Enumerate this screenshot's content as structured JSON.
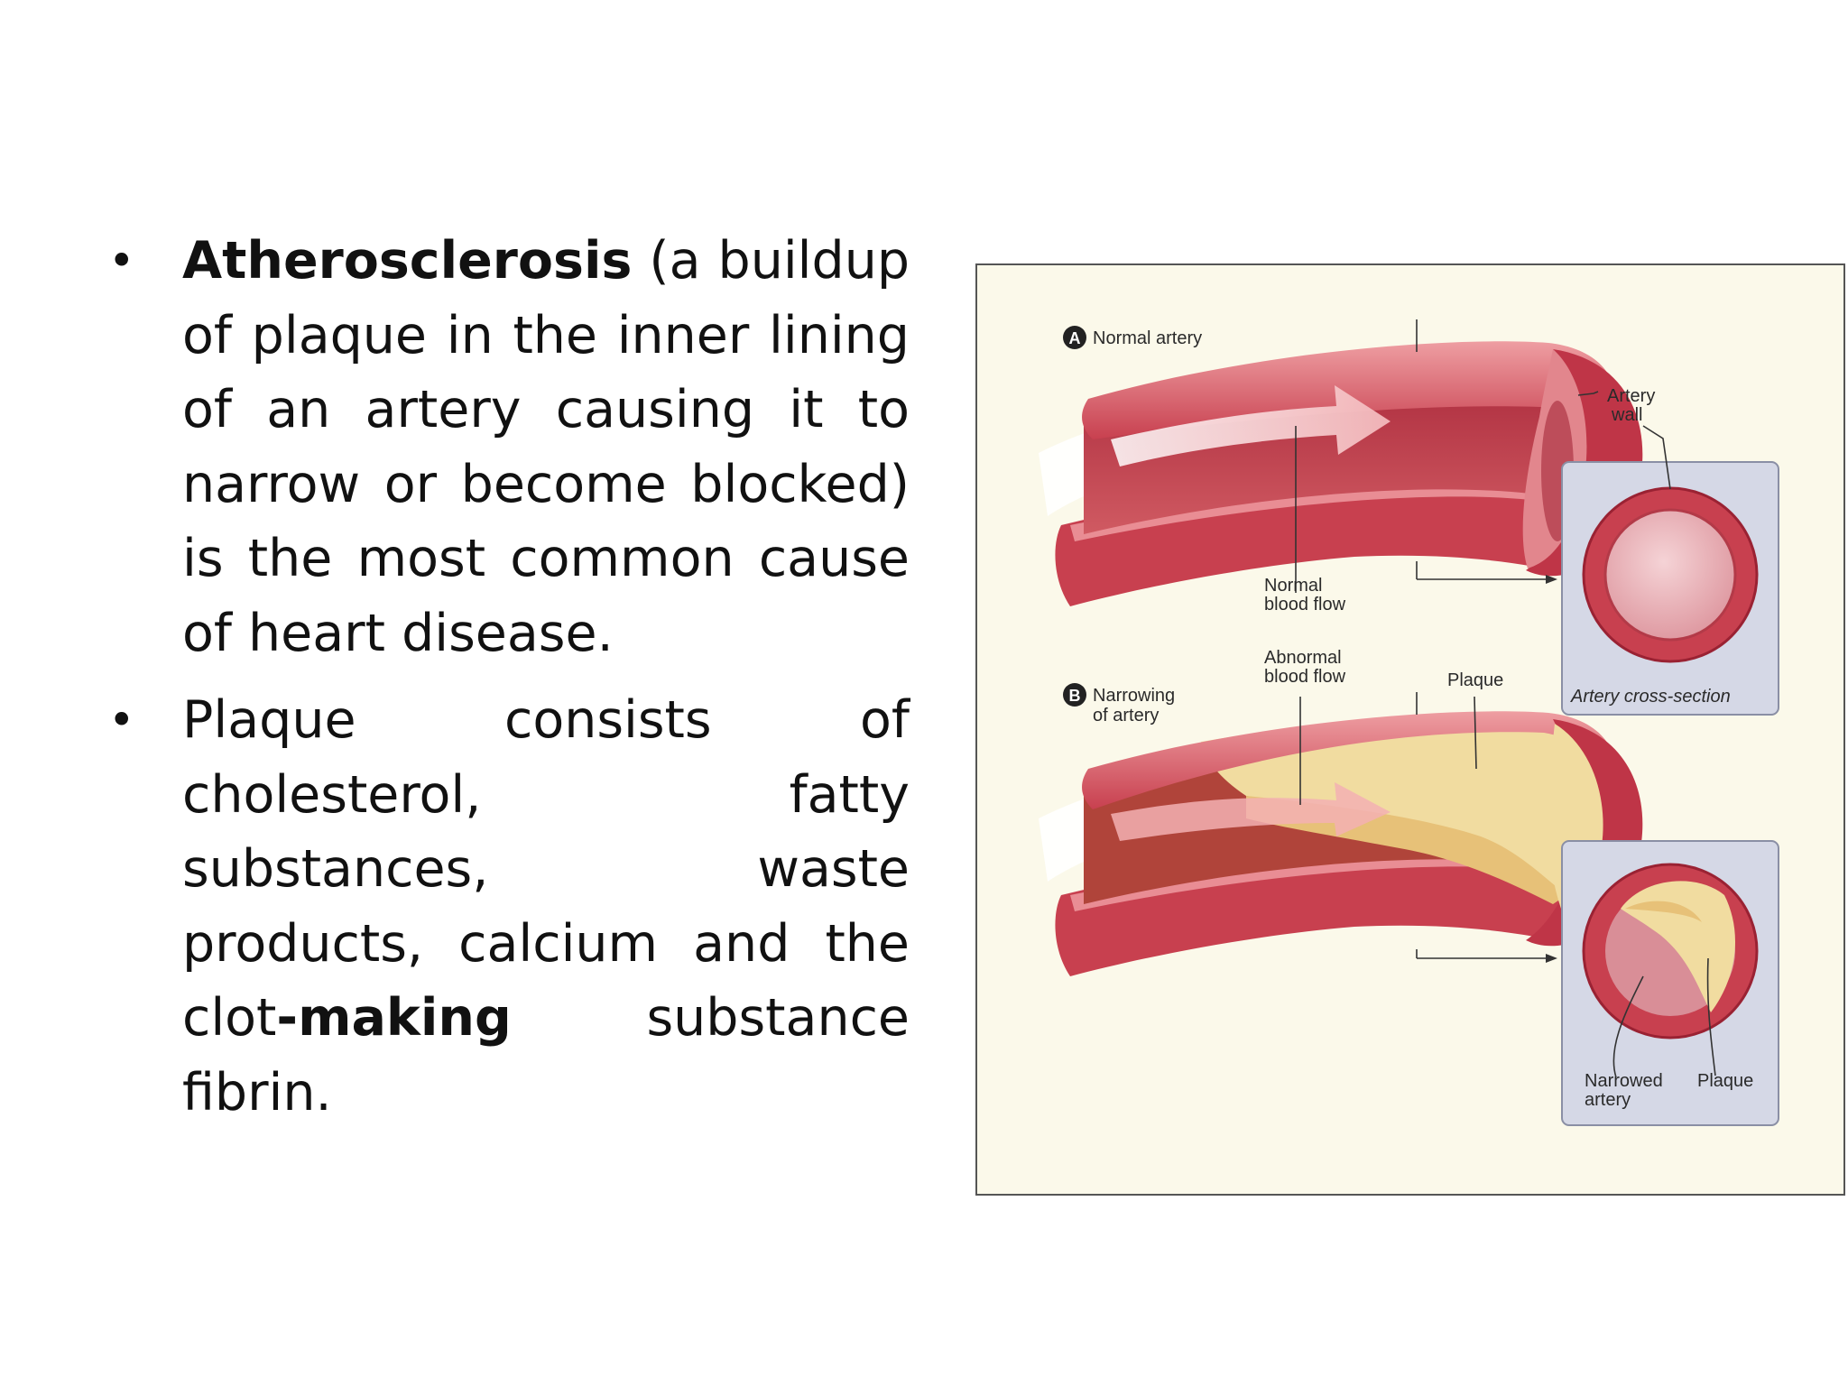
{
  "bullets": [
    {
      "bold_term": "Atherosclerosis",
      "rest": " (a buildup of plaque in the inner lining of an artery causing it to narrow or become blocked) is the most common cause of heart disease."
    },
    {
      "text_before": "Plaque consists of cholesterol, fatty substances, waste products, calcium and the clot",
      "bold_term": "-making",
      "text_after": " substance fibrin."
    }
  ],
  "figure": {
    "label_a_letter": "A",
    "label_a_text": "Normal artery",
    "label_b_letter": "B",
    "label_b_line1": "Narrowing",
    "label_b_line2": "of artery",
    "artery_wall_line1": "Artery",
    "artery_wall_line2": "wall",
    "normal_flow_line1": "Normal",
    "normal_flow_line2": "blood flow",
    "abnormal_flow_line1": "Abnormal",
    "abnormal_flow_line2": "blood flow",
    "plaque_top": "Plaque",
    "cross_section_caption": "Artery cross-section",
    "narrowed_line1": "Narrowed",
    "narrowed_line2": "artery",
    "plaque_bottom": "Plaque"
  },
  "colors": {
    "figure_bg": "#fbf9ea",
    "artery_red": "#c93c4e",
    "artery_light": "#e58c91",
    "plaque_yellow": "#f1dca0",
    "panel_blue": "#d5d8e6"
  }
}
